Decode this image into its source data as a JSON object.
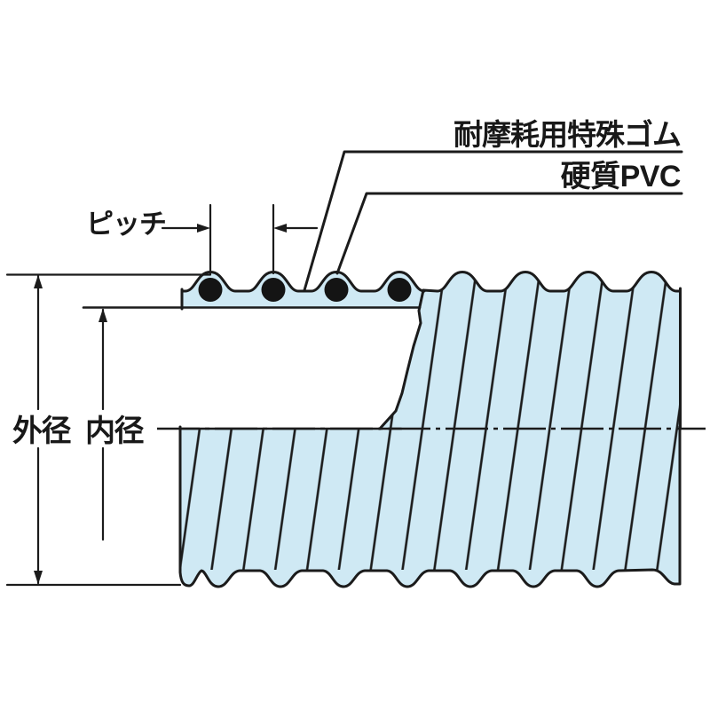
{
  "figure": {
    "callouts": {
      "rubber_label": "耐摩耗用特殊ゴム",
      "pvc_label": "硬質PVC"
    },
    "dimensions": {
      "pitch_label": "ピッチ",
      "outer_diameter_label": "外径",
      "inner_diameter_label": "内径"
    },
    "colors": {
      "hose_fill": "#cfe9f4",
      "line": "#1b1b1b",
      "background": "#ffffff"
    }
  }
}
